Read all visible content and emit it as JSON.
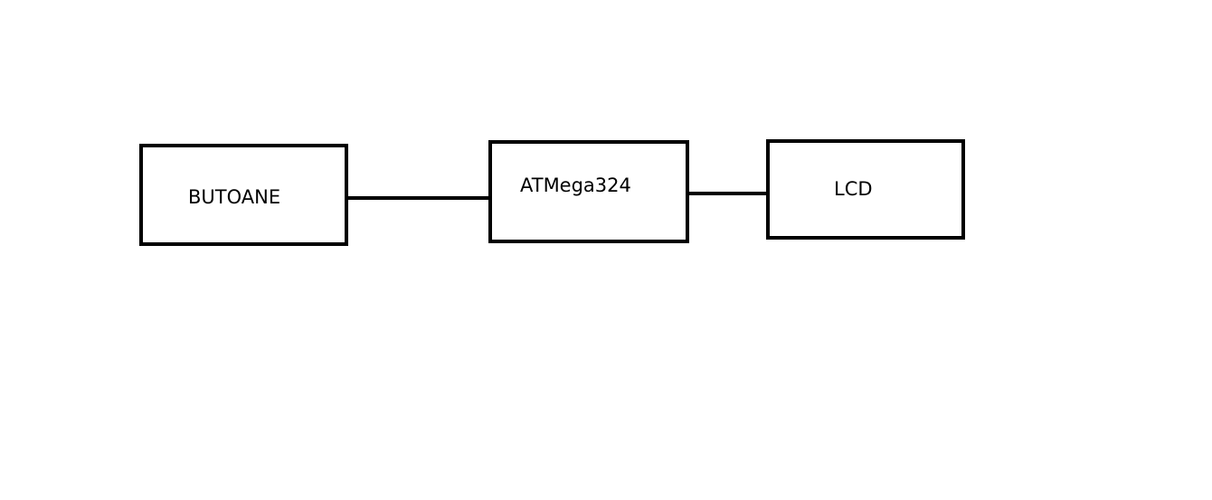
{
  "diagram": {
    "blocks": {
      "buttons": {
        "label": "BUTOANE"
      },
      "mcu": {
        "label": "ATMega324"
      },
      "lcd": {
        "label": "LCD"
      }
    },
    "connections": [
      {
        "from": "buttons",
        "to": "mcu"
      },
      {
        "from": "mcu",
        "to": "lcd"
      }
    ],
    "colors": {
      "stroke": "#000000",
      "background": "#ffffff"
    }
  }
}
